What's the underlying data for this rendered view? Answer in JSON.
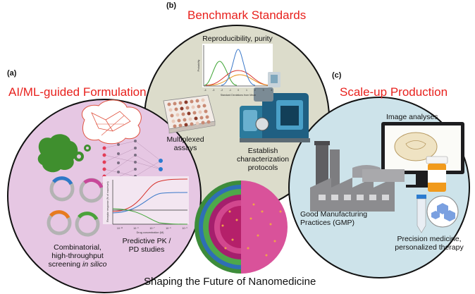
{
  "title": "Shaping the Future of Nanomedicine",
  "panels": {
    "a": {
      "letter": "(a)",
      "heading": "AI/ML-guided Formulation",
      "screening_line1": "Combinatorial,",
      "screening_line2": "high-throughput",
      "screening_line3_main": "screening ",
      "screening_line3_italic": "in silico",
      "pkpd_line1": "Predictive PK /",
      "pkpd_line2": "PD studies",
      "plot_ylabel": "Receptor response (% of maximum)",
      "plot_xlabel": "Drug concentration (M)",
      "plot_xticks": [
        "10⁻¹¹",
        "10⁻⁹",
        "10⁻⁷",
        "10⁻⁵",
        "10⁻³"
      ]
    },
    "b": {
      "letter": "(b)",
      "heading": "Benchmark Standards",
      "repro_label": "Reproducibility, purity",
      "plot_ylabel": "Probability",
      "plot_xlabel": "Standard Deviations from Mean",
      "plot_xticks": [
        "-4",
        "-3",
        "-2",
        "-1",
        "0",
        "1",
        "2",
        "3",
        "4"
      ],
      "assays_line1": "Multiplexed",
      "assays_line2": "assays",
      "protocols_line1": "Establish",
      "protocols_line2": "characterization",
      "protocols_line3": "protocols"
    },
    "c": {
      "letter": "(c)",
      "heading": "Scale-up Production",
      "image_label": "Image analyses",
      "gmp_line1": "Good Manufacturing",
      "gmp_line2": "Practices (GMP)",
      "precision_line1": "Precision medicine,",
      "precision_line2": "personalized therapy"
    }
  },
  "colors": {
    "heading": "#e8211d",
    "panel_a_fill": "#e6c7e3",
    "panel_b_fill": "#dcdccb",
    "panel_c_fill": "#cde3ea",
    "nanoparticle_core": "#b5206a",
    "nanoparticle_right": "#d9529a"
  }
}
